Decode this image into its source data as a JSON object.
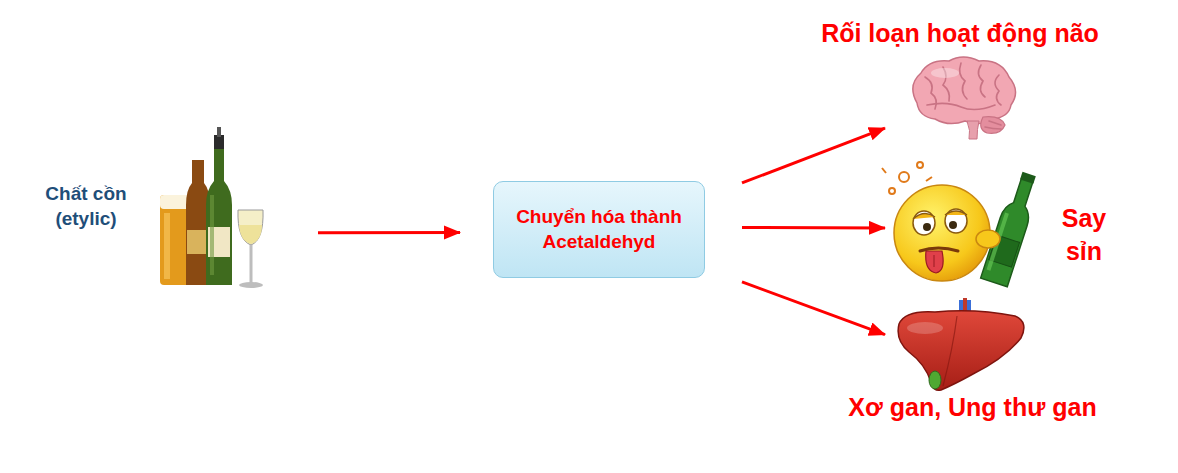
{
  "diagram": {
    "nodes": [
      {
        "text": [
          "Chất cồn (etylic)"
        ]
      },
      {
        "text": [
          "Chuyển hóa thành Acetaldehyd"
        ]
      },
      {
        "text": [
          "Rối loạn hoạt động não"
        ]
      },
      {
        "text": [
          "Say sỉn"
        ]
      },
      {
        "text": [
          "Xơ gan, Ung thư gan"
        ]
      }
    ],
    "edges": [
      {
        "from": 0,
        "to": 1,
        "arrow": "to"
      },
      {
        "from": 1,
        "to": 2,
        "arrow": "to"
      },
      {
        "from": 1,
        "to": 3,
        "arrow": "to"
      },
      {
        "from": 1,
        "to": 4,
        "arrow": "to"
      }
    ]
  }
}
